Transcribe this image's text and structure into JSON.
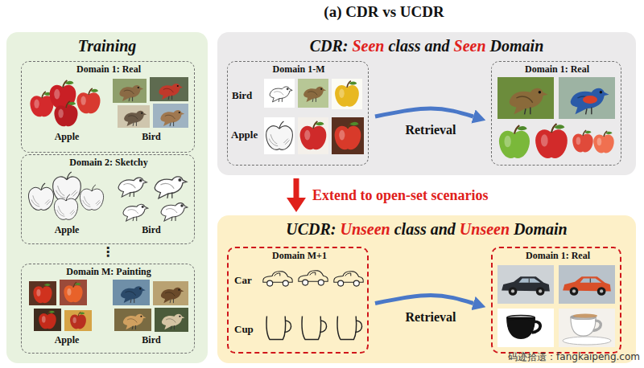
{
  "diagram": {
    "title": "(a) CDR vs UCDR",
    "nodes": [
      {
        "text": [
          "Training"
        ]
      },
      {
        "text": [
          "Domain 1: Real",
          "Apple",
          "Bird"
        ],
        "in": 0
      },
      {
        "text": [
          "Domain 2: Sketchy",
          "Apple",
          "Bird"
        ],
        "in": 0
      },
      {
        "text": [
          "Domain M: Painting",
          "Apple",
          "Bird"
        ],
        "in": 0
      },
      {
        "text": [
          "CDR: Seen class and Seen Domain"
        ]
      },
      {
        "text": [
          "Domain 1-M",
          "Bird",
          "Apple"
        ],
        "in": 4
      },
      {
        "text": [
          "Domain 1: Real"
        ],
        "in": 4
      },
      {
        "text": [
          "UCDR: Unseen class and Unseen Domain"
        ]
      },
      {
        "text": [
          "Domain M+1",
          "Car",
          "Cup"
        ],
        "in": 7
      },
      {
        "text": [
          "Domain 1: Real"
        ],
        "in": 7
      }
    ],
    "edges": [
      {
        "from": 5,
        "to": 6,
        "arrow": "to",
        "label": "Retrieval"
      },
      {
        "from": 4,
        "to": 7,
        "arrow": "to",
        "label": "Extend to open-set scenarios"
      },
      {
        "from": 8,
        "to": 9,
        "arrow": "to",
        "label": "Retrieval"
      }
    ],
    "labels": [
      "⋮",
      "码迹拾遗：fangkaipeng.com"
    ]
  }
}
